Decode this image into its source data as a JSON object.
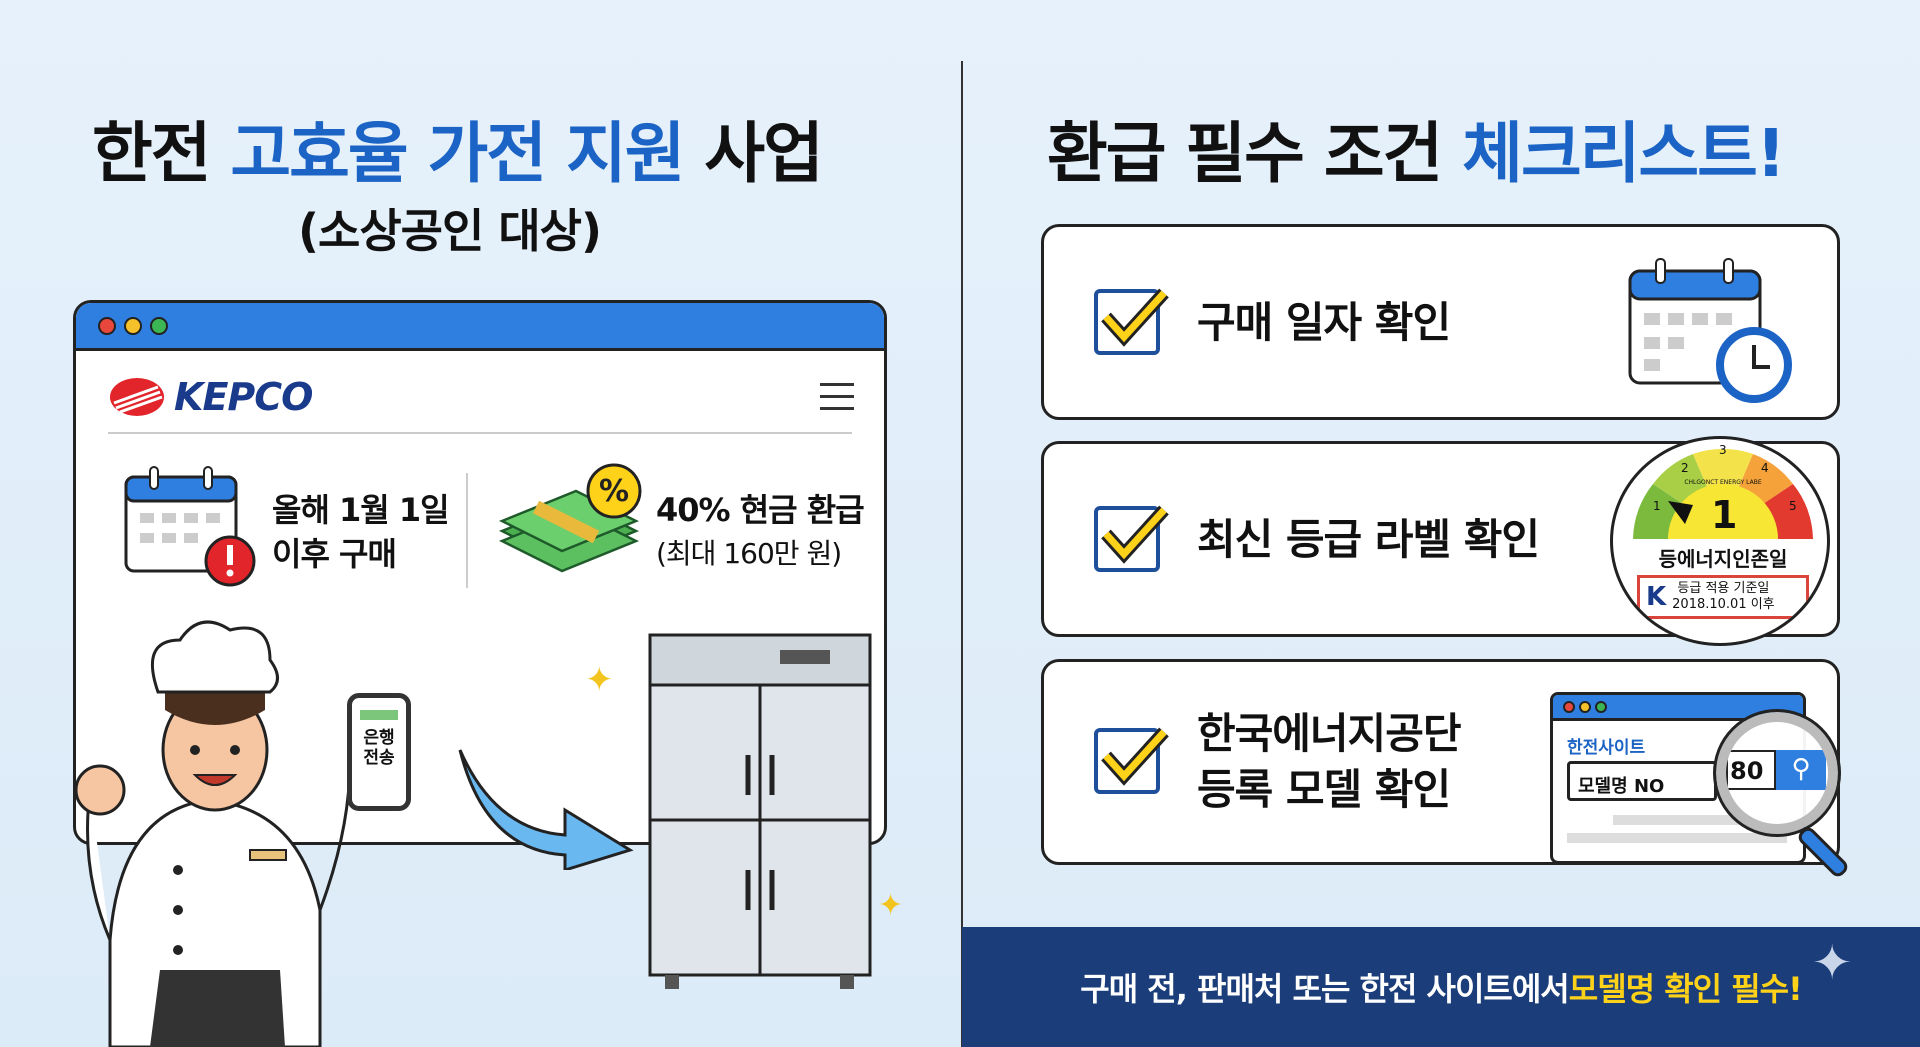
{
  "left": {
    "title_a": "한전 ",
    "title_b": "고효율 가전 지원",
    "title_c": " 사업",
    "subtitle": "(소상공인 대상)",
    "logo": "KEPCO",
    "info1_line1": "올해 1월 1일",
    "info1_line2": "이후 구매",
    "info2_line1": "40% 현금 환급",
    "info2_line2": "(최대 160만 원)",
    "phone_line1": "은행",
    "phone_line2": "전송"
  },
  "right": {
    "title_a": "환급 필수 조건 ",
    "title_b": "체크리스트!",
    "items": [
      {
        "label": "구매 일자 확인"
      },
      {
        "label": "최신 등급 라벨 확인"
      },
      {
        "label_line1": "한국에너지공단",
        "label_line2": "등록 모델 확인"
      }
    ],
    "label": {
      "grade": "1",
      "arc_text": "CHLGONCT ENERGY LABE",
      "nums": [
        "1",
        "2",
        "3",
        "4",
        "5"
      ],
      "name": "등에너지인존일",
      "kc_line1": "등급 적용 기준일",
      "kc_line2": "2018.10.01 이후"
    },
    "site": {
      "title": "한전사이트",
      "input": "모델명 NO",
      "zoomed": "80"
    }
  },
  "banner": {
    "text_a": "구매 전, 판매처 또는 한전 사이트에서 ",
    "text_b": "모델명 확인 필수!"
  },
  "colors": {
    "blue": "#1b63c4",
    "navy": "#1b3d7a",
    "yellow": "#ffd21a"
  }
}
